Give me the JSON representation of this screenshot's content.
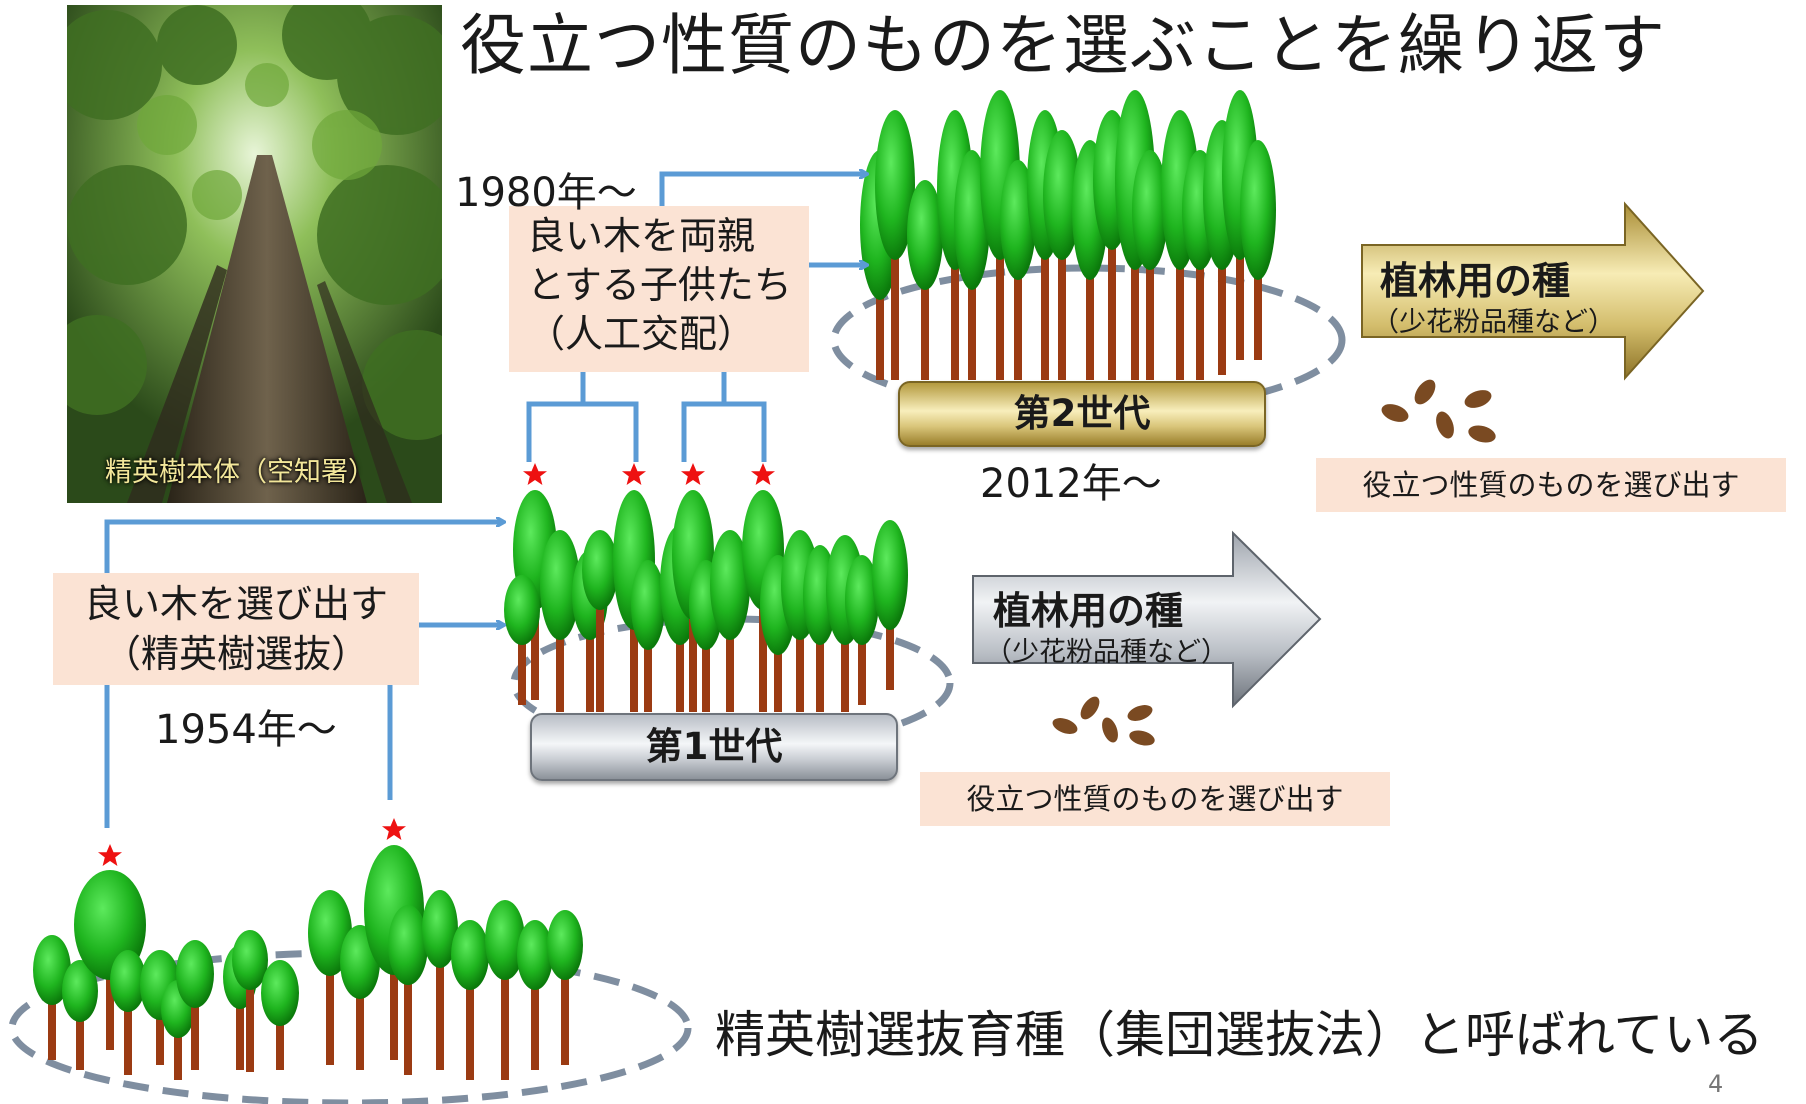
{
  "title": "役立つ性質のものを選ぶことを繰り返す",
  "photo": {
    "caption": "精英樹本体（空知署）"
  },
  "select_box": {
    "line1": "良い木を選び出す",
    "line2": "（精英樹選抜）"
  },
  "year_1954": "1954年～",
  "gen1": {
    "label": "第1世代"
  },
  "parents_box": {
    "line1": "良い木を両親",
    "line2": "とする子供たち",
    "line3": "（人工交配）"
  },
  "year_1980": "1980年～",
  "gen2": {
    "label": "第2世代"
  },
  "year_2012": "2012年～",
  "arrow1": {
    "label": "植林用の種",
    "sub": "（少花粉品種など）"
  },
  "arrow2": {
    "label": "植林用の種",
    "sub": "（少花粉品種など）"
  },
  "caption1": "役立つ性質のものを選び出す",
  "caption2": "役立つ性質のものを選び出す",
  "conclusion": "精英樹選抜育種（集団選抜法）と呼ばれている",
  "page_number": "4",
  "colors": {
    "tree_green": "#22b922",
    "trunk": "#9b3b13",
    "connector_blue": "#5b9bd5",
    "star_red": "#ee1111",
    "box_pink": "#fbe3d4",
    "seed_brown": "#7a4a22"
  },
  "icons": [
    "star-marker-icon",
    "tree-icon",
    "seed-icon",
    "arrow-right-icon"
  ]
}
